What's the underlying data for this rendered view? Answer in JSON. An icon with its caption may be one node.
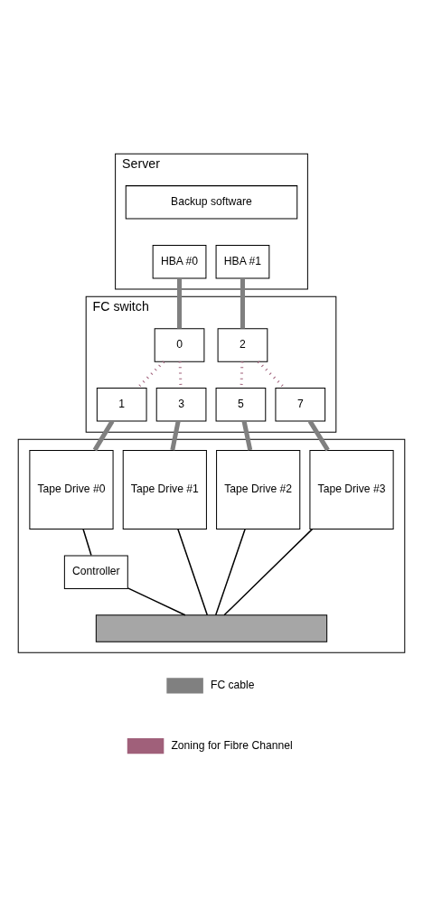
{
  "diagram": {
    "nodes": [
      {
        "text": [
          "Server"
        ]
      },
      {
        "text": [
          "Backup software"
        ],
        "in": 0
      },
      {
        "text": [
          "HBA #0"
        ],
        "in": 0
      },
      {
        "text": [
          "HBA #1"
        ],
        "in": 0
      },
      {
        "text": [
          "FC switch"
        ]
      },
      {
        "text": [
          "0"
        ],
        "in": 4
      },
      {
        "text": [
          "2"
        ],
        "in": 4
      },
      {
        "text": [
          "1"
        ],
        "in": 4
      },
      {
        "text": [
          "3"
        ],
        "in": 4
      },
      {
        "text": [
          "5"
        ],
        "in": 4
      },
      {
        "text": [
          "7"
        ],
        "in": 4
      },
      {
        "text": [],
        "shape": "box"
      },
      {
        "text": [
          "Tape Drive #0"
        ],
        "in": 11
      },
      {
        "text": [
          "Tape Drive #1"
        ],
        "in": 11
      },
      {
        "text": [
          "Tape Drive #2"
        ],
        "in": 11
      },
      {
        "text": [
          "Tape Drive #3"
        ],
        "in": 11
      },
      {
        "text": [
          "Controller"
        ],
        "in": 11
      },
      {
        "text": [],
        "shape": "bar",
        "in": 11
      }
    ],
    "edges": [
      {
        "from": 2,
        "to": 5,
        "arrow": "none"
      },
      {
        "from": 3,
        "to": 6,
        "arrow": "none"
      },
      {
        "from": 5,
        "to": 7,
        "arrow": "none",
        "style": "dashed",
        "color": "#a0607a"
      },
      {
        "from": 5,
        "to": 8,
        "arrow": "none",
        "style": "dashed",
        "color": "#a0607a"
      },
      {
        "from": 6,
        "to": 9,
        "arrow": "none",
        "style": "dashed",
        "color": "#a0607a"
      },
      {
        "from": 6,
        "to": 10,
        "arrow": "none",
        "style": "dashed",
        "color": "#a0607a"
      },
      {
        "from": 7,
        "to": 12,
        "arrow": "none"
      },
      {
        "from": 8,
        "to": 13,
        "arrow": "none"
      },
      {
        "from": 9,
        "to": 14,
        "arrow": "none"
      },
      {
        "from": 10,
        "to": 15,
        "arrow": "none"
      },
      {
        "from": 12,
        "to": 16,
        "arrow": "none",
        "color": "#000000"
      },
      {
        "from": 16,
        "to": 17,
        "arrow": "none",
        "color": "#000000"
      },
      {
        "from": 13,
        "to": 17,
        "arrow": "none",
        "color": "#000000"
      },
      {
        "from": 14,
        "to": 17,
        "arrow": "none",
        "color": "#000000"
      },
      {
        "from": 15,
        "to": 17,
        "arrow": "none",
        "color": "#000000"
      }
    ],
    "legend": [
      {
        "text": "FC cable"
      },
      {
        "text": "Zoning for Fibre Channel"
      }
    ]
  }
}
